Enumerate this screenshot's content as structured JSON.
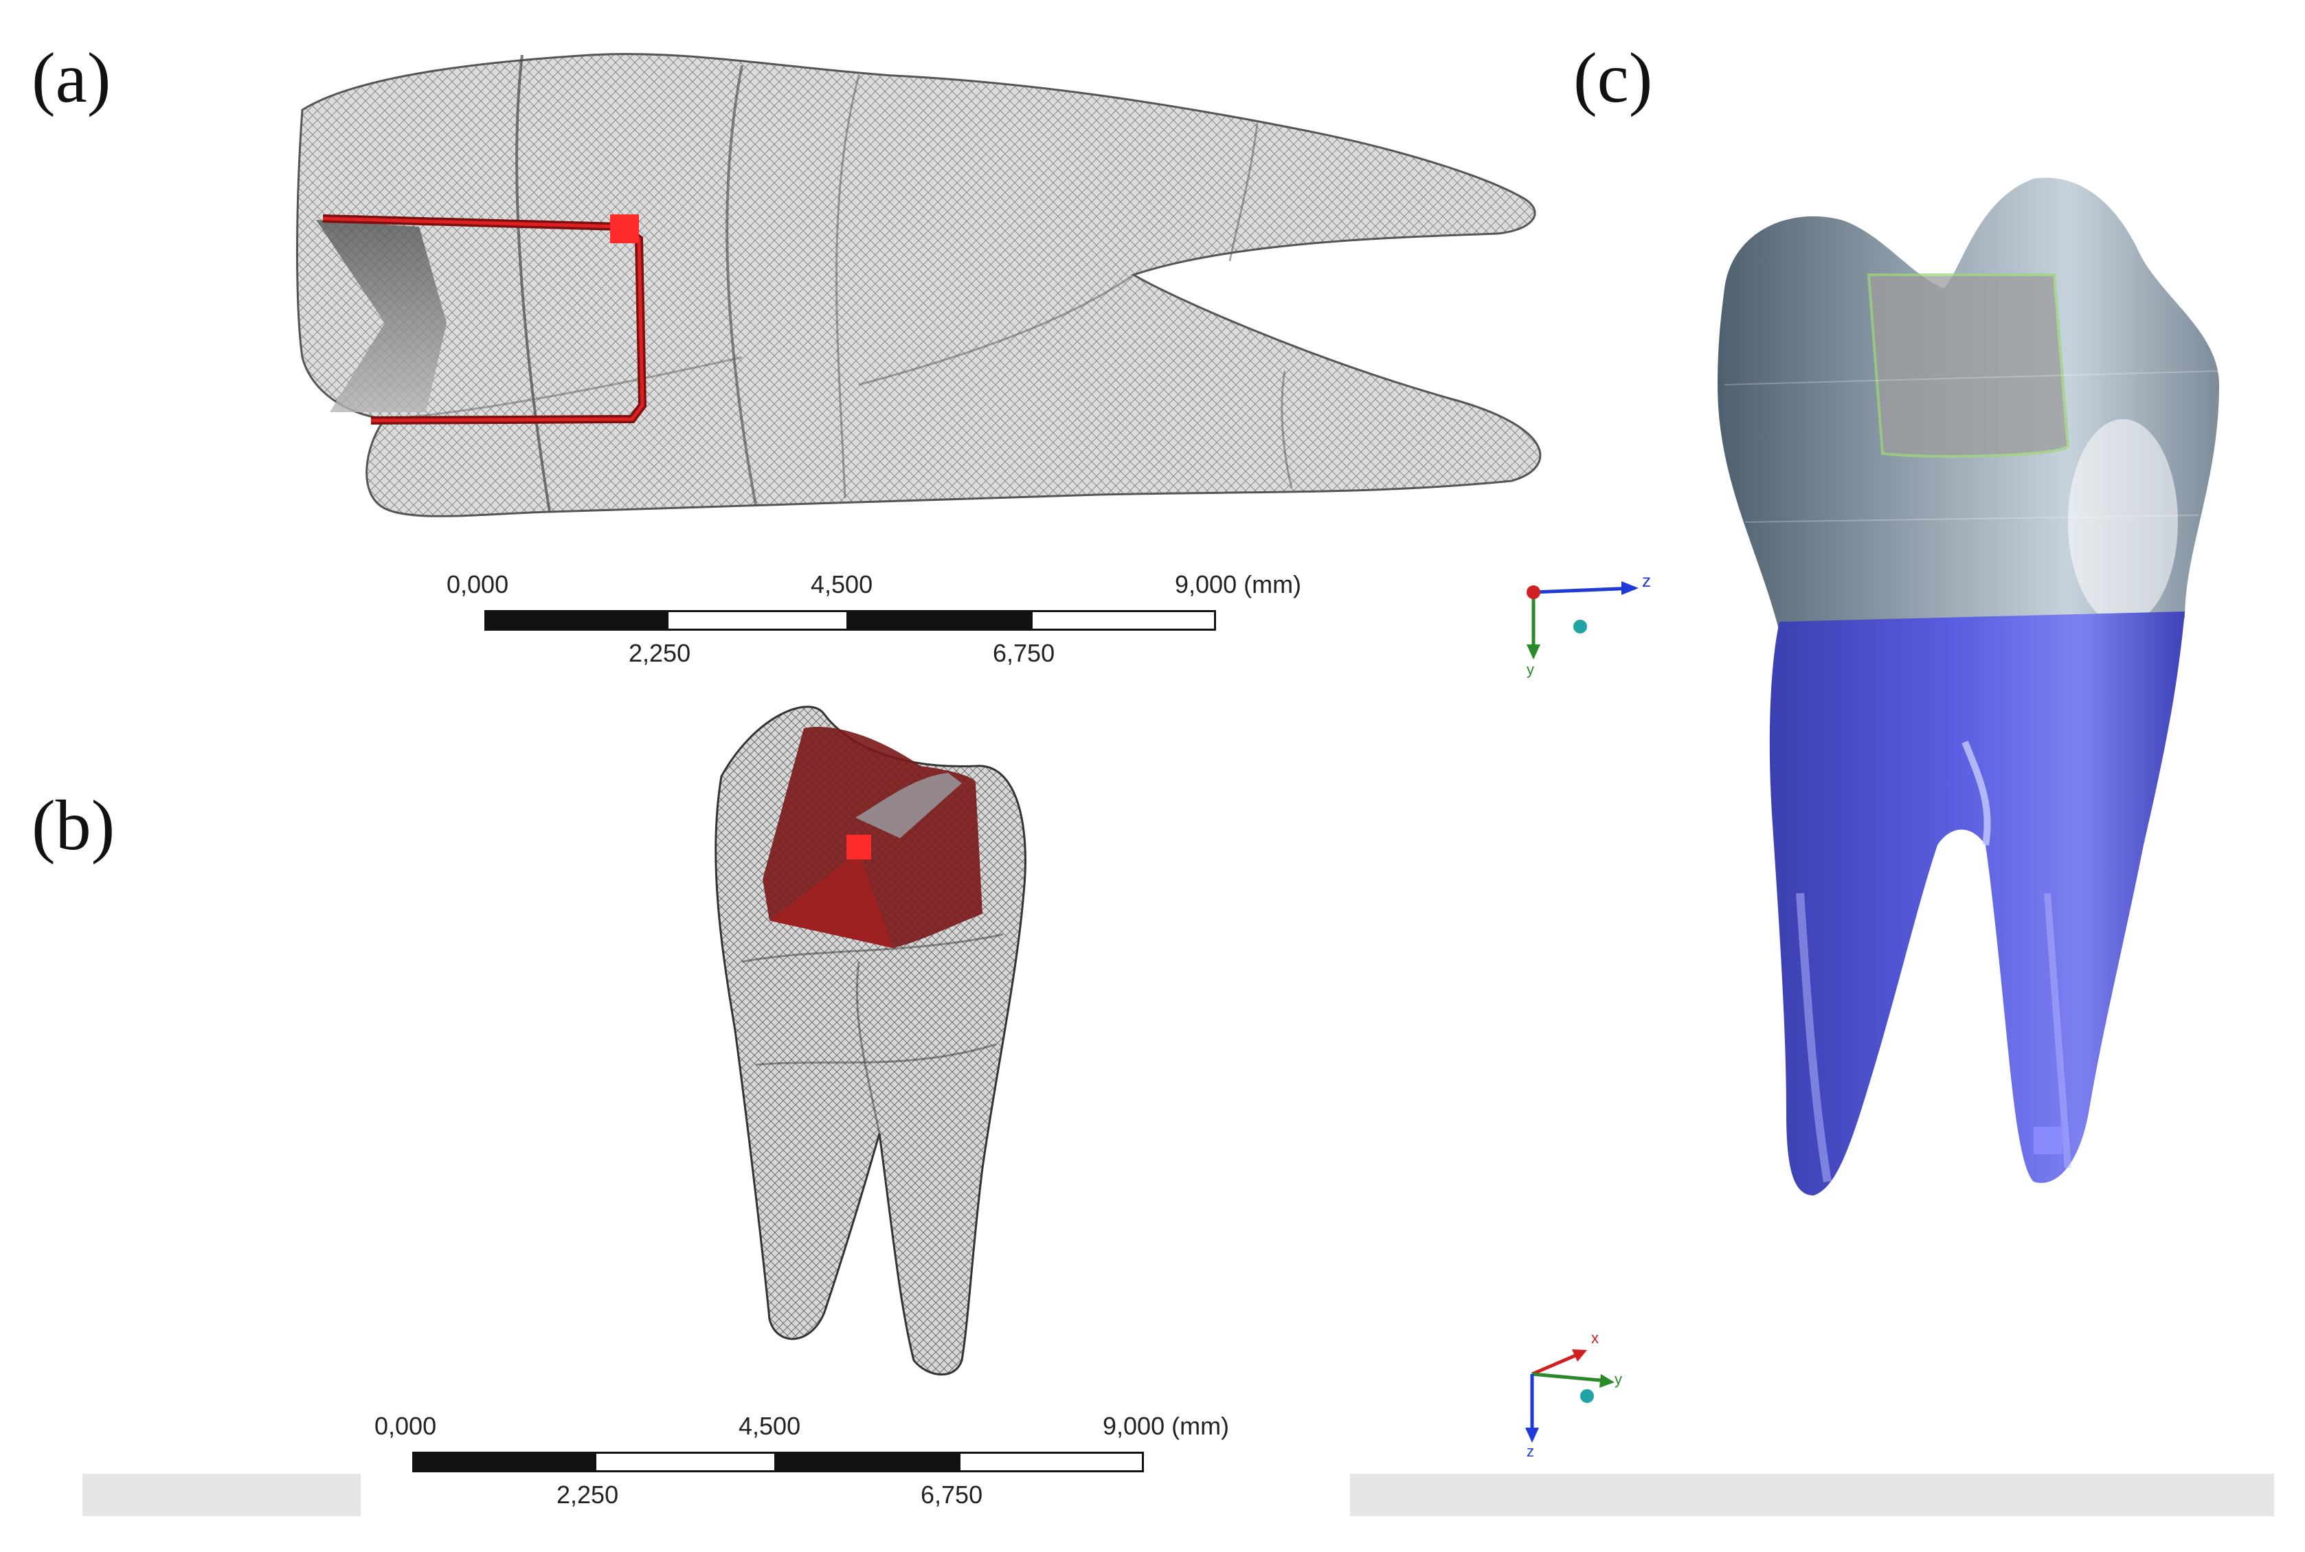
{
  "panels": {
    "a": {
      "label": "(a)"
    },
    "b": {
      "label": "(b)"
    },
    "c": {
      "label": "(c)"
    }
  },
  "scalebar_a": {
    "top_labels": [
      "0,000",
      "4,500",
      "9,000 (mm)"
    ],
    "bottom_labels": [
      "2,250",
      "6,750"
    ]
  },
  "scalebar_b": {
    "top_labels": [
      "0,000",
      "4,500",
      "9,000 (mm)"
    ],
    "bottom_labels": [
      "2,250",
      "6,750"
    ]
  },
  "axis_triad_a": {
    "labels": [
      "z",
      "y"
    ]
  },
  "axis_triad_c": {
    "labels": [
      "x",
      "y",
      "z"
    ]
  },
  "colors": {
    "mesh_grey": "#d9d9d9",
    "cavity_red": "#e01e1e",
    "cavity_dark_red": "#7a1a1a",
    "crown_blue_grey": "#6f8496",
    "root_blue": "#4b4fd0",
    "axis_blue": "#1f3ad6",
    "axis_green": "#2a8a2a",
    "axis_red": "#d02020",
    "axis_teal": "#1fa3a3"
  }
}
